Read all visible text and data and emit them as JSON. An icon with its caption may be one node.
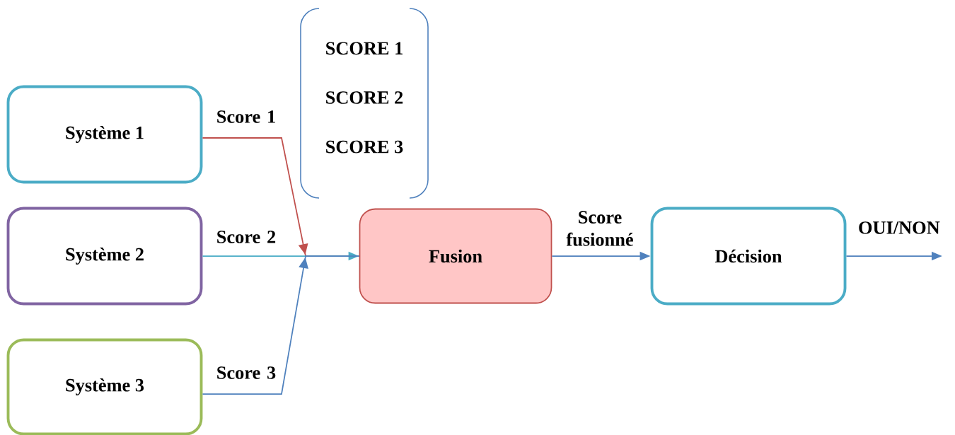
{
  "diagram": {
    "nodes": [
      {
        "text": [
          "Système 1"
        ]
      },
      {
        "text": [
          "Système 2"
        ]
      },
      {
        "text": [
          "Système 3"
        ]
      },
      {
        "text": [
          "Fusion"
        ]
      },
      {
        "text": [
          "Décision"
        ]
      },
      {
        "text": [
          "SCORE 1",
          "SCORE 2",
          "SCORE 3"
        ]
      }
    ],
    "edges": [
      {
        "from": 0,
        "to": 3,
        "arrow": "to",
        "label": "Score 1",
        "color": "#c0504d"
      },
      {
        "from": 1,
        "to": 3,
        "arrow": "to",
        "label": "Score 2",
        "color": "#4bacc6"
      },
      {
        "from": 2,
        "to": 3,
        "arrow": "to",
        "label": "Score 3"
      },
      {
        "from": 3,
        "to": 4,
        "arrow": "to",
        "label": "Score fusionné"
      },
      {
        "from": 4,
        "to": null,
        "arrow": "to",
        "label": "OUI/NON"
      }
    ]
  }
}
